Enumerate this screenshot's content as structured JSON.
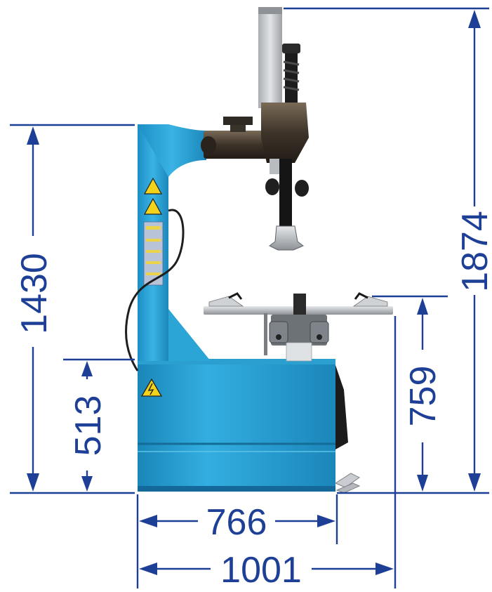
{
  "dimensions": {
    "total_height": "1874",
    "column_height": "1430",
    "base_height": "513",
    "turntable_height": "759",
    "base_width": "766",
    "total_width": "1001"
  },
  "colors": {
    "dimension": "#1d3f96",
    "machine_body": "#2aa0cf",
    "machine_body_dark": "#1679a8",
    "arm": "#4a3f33",
    "column_grey": "#c9ccd0",
    "warning": "#f2d21b"
  }
}
